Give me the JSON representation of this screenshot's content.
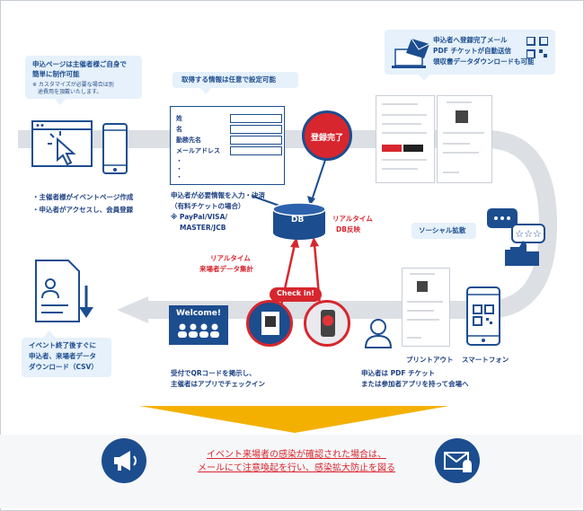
{
  "callouts": {
    "top_left": {
      "line1": "申込ページは主催者様ご自身で",
      "line2": "簡単に制作可能",
      "note1": "※ カスタマイズが必要な場合は別",
      "note2": "途費用を頂戴いたします。"
    },
    "settings": "取得する情報は任意で設定可能",
    "email_top": {
      "line1": "申込者へ登録完了メール",
      "line2": "PDF チケットが自動送信",
      "line3": "領収書データダウンロードも可能"
    },
    "social": "ソーシャル拡散",
    "event_end": {
      "line1": "イベント終了後すぐに",
      "line2": "申込者、来場者データ",
      "line3": "ダウンロード（CSV）"
    }
  },
  "form_fields": [
    "姓",
    "名",
    "勤務先名",
    "メールアドレス",
    "・",
    "・",
    "・"
  ],
  "badge_complete": "登録完了",
  "db_label": "DB",
  "realtime_db": {
    "line1": "リアルタイム",
    "line2": "DB反映"
  },
  "realtime_count": {
    "line1": "リアルタイム",
    "line2": "来場者データ集計"
  },
  "check_in": "Check in!",
  "welcome": "Welcome!",
  "organizer_steps": {
    "step1": "・主催者様がイベントページ作成",
    "step2": "・申込者がアクセスし、会員登録"
  },
  "applicant_input": {
    "line1": "申込者が必要情報を入力・決済",
    "line2": "（有料チケットの場合）",
    "line3": "※ PayPal/VISA/",
    "line4": "MASTER/JCB"
  },
  "print_label": "プリントアウト",
  "phone_label": "スマートフォン",
  "venue": {
    "line1": "申込者は PDF チケット",
    "line2": "または参加者アプリを持って会場へ"
  },
  "reception": {
    "line1": "受付でQRコードを掲示し、",
    "line2": "主催者はアプリでチェックイン"
  },
  "bottom_message": {
    "line1": "イベント来場者の感染が確認された場合は、",
    "line2": "メールにて注意喚起を行い、感染拡大防止を図る"
  },
  "colors": {
    "primary": "#1c4d8f",
    "red": "#d7262e",
    "yellow": "#f4b000",
    "callout_bg": "#e6f1fb",
    "track": "#dcdfe4"
  }
}
